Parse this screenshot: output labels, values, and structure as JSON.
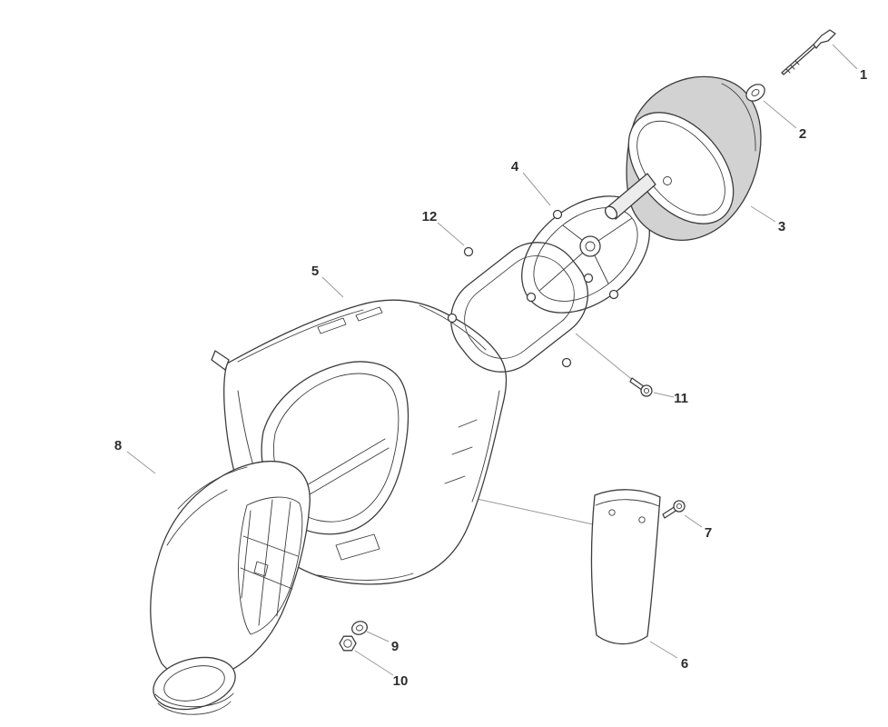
{
  "diagram": {
    "kind": "exploded-parts-diagram",
    "subject": "air-filter-box-assembly",
    "callouts": [
      {
        "num": "1",
        "part": "hook-bolt"
      },
      {
        "num": "2",
        "part": "washer"
      },
      {
        "num": "3",
        "part": "air-filter-element"
      },
      {
        "num": "4",
        "part": "filter-support-cage"
      },
      {
        "num": "5",
        "part": "airbox-housing"
      },
      {
        "num": "6",
        "part": "splash-guard-flap"
      },
      {
        "num": "7",
        "part": "screw"
      },
      {
        "num": "8",
        "part": "intake-duct"
      },
      {
        "num": "9",
        "part": "washer"
      },
      {
        "num": "10",
        "part": "nut"
      },
      {
        "num": "11",
        "part": "screw"
      },
      {
        "num": "12",
        "part": "sealing-frame"
      }
    ],
    "colors": {
      "outline": "#3d3d3d",
      "leader": "#9a9a9a",
      "label": "#2d2d2d",
      "filter_shade": "#d2d2d2",
      "background": "#ffffff"
    }
  }
}
